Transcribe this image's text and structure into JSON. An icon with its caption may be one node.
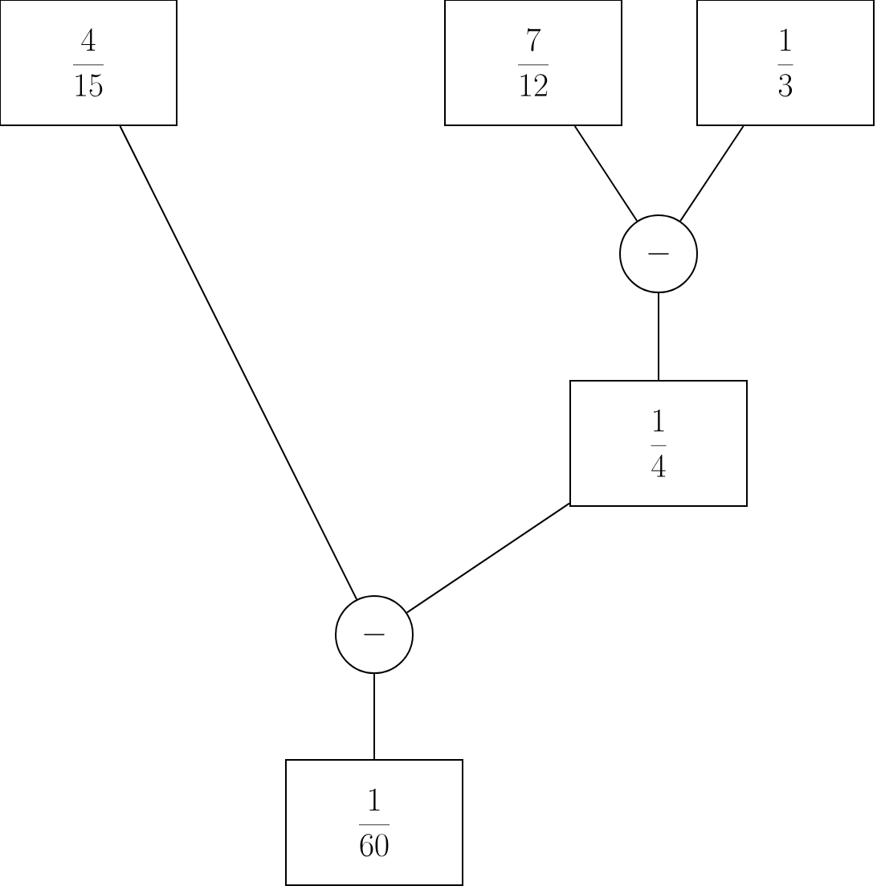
{
  "diagram": {
    "nodes": [
      {
        "text": [
          "\\frac{4}{15}"
        ]
      },
      {
        "text": [
          "\\frac{7}{12}"
        ]
      },
      {
        "text": [
          "\\frac{1}{3}"
        ]
      },
      {
        "text": [
          "-"
        ]
      },
      {
        "text": [
          "\\frac{1}{4}"
        ]
      },
      {
        "text": [
          "-"
        ]
      },
      {
        "text": [
          "\\frac{1}{60}"
        ]
      }
    ],
    "edges": [
      {
        "from": 1,
        "to": 3,
        "arrow": "none"
      },
      {
        "from": 2,
        "to": 3,
        "arrow": "none"
      },
      {
        "from": 3,
        "to": 4,
        "arrow": "none"
      },
      {
        "from": 0,
        "to": 5,
        "arrow": "none"
      },
      {
        "from": 4,
        "to": 5,
        "arrow": "none"
      },
      {
        "from": 5,
        "to": 6,
        "arrow": "none"
      }
    ]
  }
}
